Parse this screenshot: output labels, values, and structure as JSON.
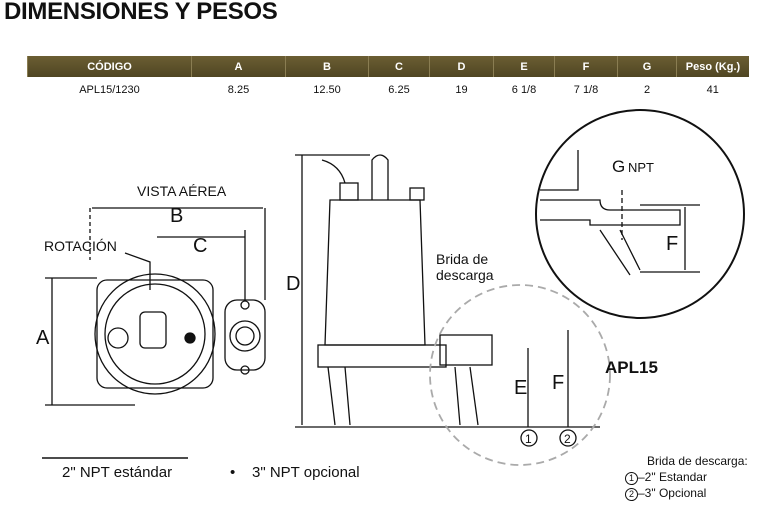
{
  "title": "DIMENSIONES Y PESOS",
  "table": {
    "headers": [
      "CÓDIGO",
      "A",
      "B",
      "C",
      "D",
      "E",
      "F",
      "G",
      "Peso (Kg.)"
    ],
    "rows": [
      [
        "APL15/1230",
        "8.25",
        "12.50",
        "6.25",
        "19",
        "6 1/8",
        "7 1/8",
        "2",
        "41"
      ]
    ]
  },
  "diagram": {
    "vista": "VISTA AÉREA",
    "rotacion": "ROTACIÓN",
    "A": "A",
    "B": "B",
    "C": "C",
    "D": "D",
    "E": "E",
    "F": "F",
    "F2": "F",
    "G": "G",
    "npt": "NPT",
    "brida1": "Brida de",
    "brida2": "descarga",
    "model": "APL15",
    "c1": "1",
    "c2": "2"
  },
  "notes": {
    "npt2": "2\" NPT estándar",
    "bullet": "•",
    "npt3": "3\" NPT opcional"
  },
  "legend": {
    "title": "Brida de descarga:",
    "items": [
      {
        "num": "1",
        "text": "–2\" Estandar"
      },
      {
        "num": "2",
        "text": "–3\" Opcional"
      }
    ]
  }
}
